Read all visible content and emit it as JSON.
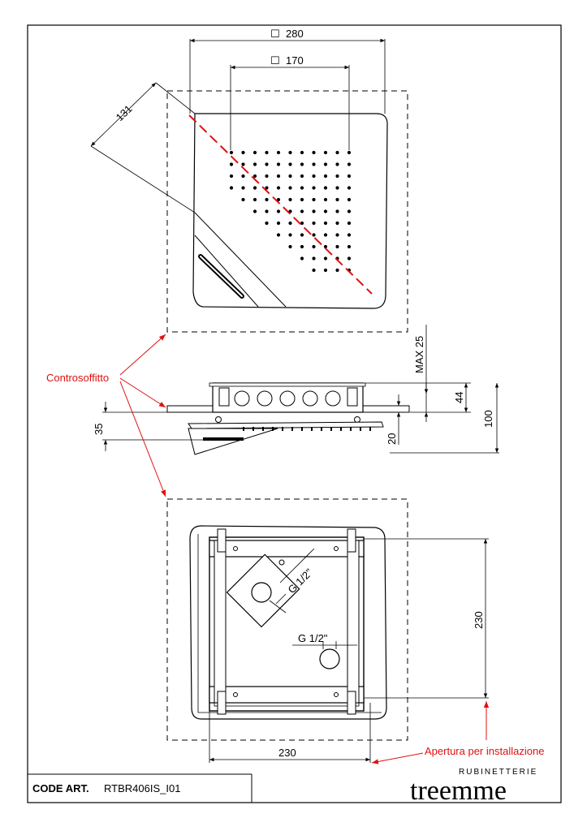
{
  "top_view": {
    "outer_dim": "280",
    "inner_dim": "170",
    "diag_dim": "131",
    "square_symbol": "☐"
  },
  "side_view": {
    "max_label": "MAX 25",
    "dim_44": "44",
    "dim_100": "100",
    "dim_35": "35",
    "dim_20": "20"
  },
  "bottom_view": {
    "dim_vertical": "230",
    "dim_horizontal": "230",
    "thread_1": "G 1/2\"",
    "thread_2": "G 1/2\""
  },
  "annotations": {
    "controsoffitto": "Controsoffitto",
    "apertura": "Apertura per installazione",
    "color": "#e01010"
  },
  "title_block": {
    "code_label": "CODE ART.",
    "code_value": "RTBR406IS_I01",
    "brand_sub": "RUBINETTERIE",
    "brand": "treemme"
  }
}
